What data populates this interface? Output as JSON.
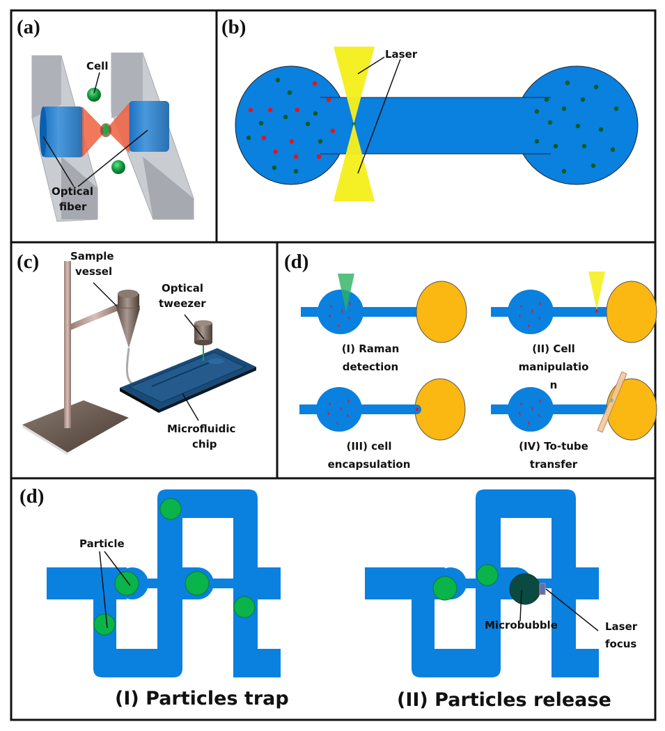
{
  "figure": {
    "colors": {
      "channel_blue": "#0a80df",
      "cell_green": "#0aa040",
      "dot_green": "#0a5a20",
      "dot_red": "#ee1111",
      "laser_yellow": "#f5ee20",
      "laser_red": "#f06040",
      "raman_green": "#2ab060",
      "collection_orange": "#fbb812",
      "tube_peach": "#f4c89c",
      "microbubble": "#0a4a40",
      "fiber_holder": "#b0b5bd"
    },
    "panels": {
      "a": {
        "label": "(a)",
        "callouts": {
          "cell": "Cell",
          "optical_fiber_line1": "Optical",
          "optical_fiber_line2": "fiber"
        }
      },
      "b": {
        "label": "(b)",
        "callouts": {
          "laser": "Laser"
        },
        "left_chamber": {
          "green_cells": [
            [
              399,
              115
            ],
            [
              416,
              133
            ],
            [
              410,
              168
            ],
            [
              375,
              177
            ],
            [
              453,
              163
            ],
            [
              442,
              178
            ],
            [
              357,
              198
            ],
            [
              460,
              203
            ],
            [
              394,
              241
            ],
            [
              425,
              246
            ]
          ],
          "red_cells": [
            [
              452,
              120
            ],
            [
              472,
              143
            ],
            [
              360,
              158
            ],
            [
              388,
              158
            ],
            [
              427,
              158
            ],
            [
              478,
              188
            ],
            [
              379,
              198
            ],
            [
              419,
              203
            ],
            [
              396,
              218
            ],
            [
              425,
              225
            ],
            [
              458,
              225
            ]
          ]
        },
        "right_chamber": {
          "green_cells": [
            [
              815,
              119
            ],
            [
              856,
              125
            ],
            [
              785,
              143
            ],
            [
              837,
              143
            ],
            [
              885,
              156
            ],
            [
              771,
              160
            ],
            [
              810,
              156
            ],
            [
              790,
              176
            ],
            [
              830,
              181
            ],
            [
              863,
              186
            ],
            [
              771,
              203
            ],
            [
              798,
              210
            ],
            [
              839,
              210
            ],
            [
              880,
              215
            ],
            [
              852,
              238
            ],
            [
              810,
              246
            ]
          ]
        },
        "trapped_cell": [
          508,
          178
        ]
      },
      "c": {
        "label": "(c)",
        "callouts": {
          "sample_vessel_line1": "Sample",
          "sample_vessel_line2": "vessel",
          "optical_tweezer_line1": "Optical",
          "optical_tweezer_line2": "tweezer",
          "chip_line1": "Microfluidic",
          "chip_line2": "chip"
        }
      },
      "d_top": {
        "label": "(d)",
        "steps": [
          {
            "line1": "(I) Raman",
            "line2": "detection",
            "line3": ""
          },
          {
            "line1": "(II) Cell",
            "line2": "manipulatio",
            "line3": "n"
          },
          {
            "line1": "(III) cell",
            "line2": "encapsulation",
            "line3": ""
          },
          {
            "line1": "(IV) To-tube",
            "line2": "transfer",
            "line3": ""
          }
        ]
      },
      "d_bottom": {
        "label": "(d)",
        "callouts": {
          "particle": "Particle",
          "microbubble": "Microbubble",
          "laser_focus_line1": "Laser",
          "laser_focus_line2": "focus"
        },
        "captions": {
          "trap": "(I) Particles trap",
          "release": "(II) Particles release"
        }
      }
    }
  }
}
